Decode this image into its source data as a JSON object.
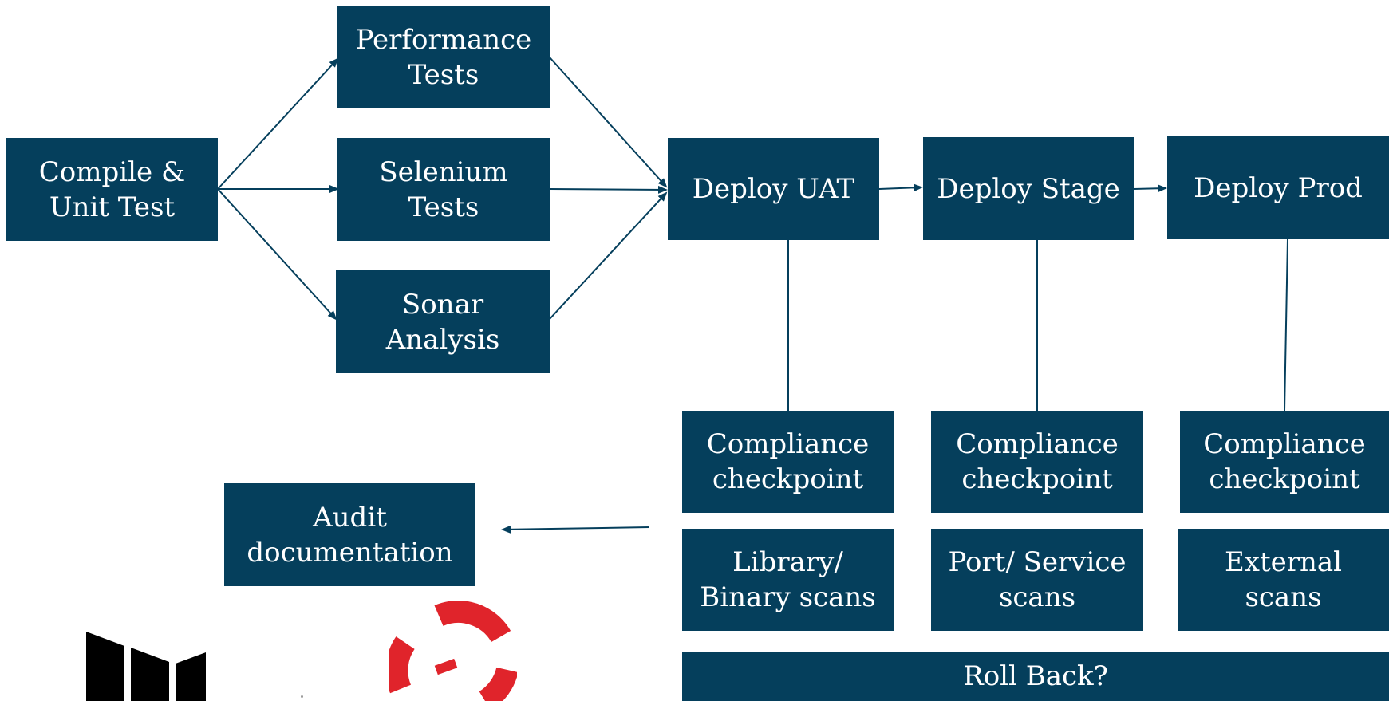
{
  "colors": {
    "box_fill": "#053f5c",
    "box_text": "#ffffff",
    "connector": "#053f5c",
    "logo_dark": "#000000",
    "logo_red": "#e0242b"
  },
  "icons": {
    "left_logo": "dark-block-logo-icon",
    "right_logo": "red-ring-logo-icon"
  },
  "pipeline": {
    "compile": "Compile & Unit Test",
    "performance": "Performance Tests",
    "selenium": "Selenium Tests",
    "sonar": "Sonar Analysis",
    "deploy_uat": "Deploy UAT",
    "deploy_stage": "Deploy Stage",
    "deploy_prod": "Deploy Prod"
  },
  "checkpoints": {
    "uat": "Compliance checkpoint",
    "stage": "Compliance checkpoint",
    "prod": "Compliance checkpoint"
  },
  "scans": {
    "uat": "Library/ Binary scans",
    "stage": "Port/ Service scans",
    "prod": "External scans"
  },
  "audit": "Audit documentation",
  "rollback": "Roll Back?"
}
